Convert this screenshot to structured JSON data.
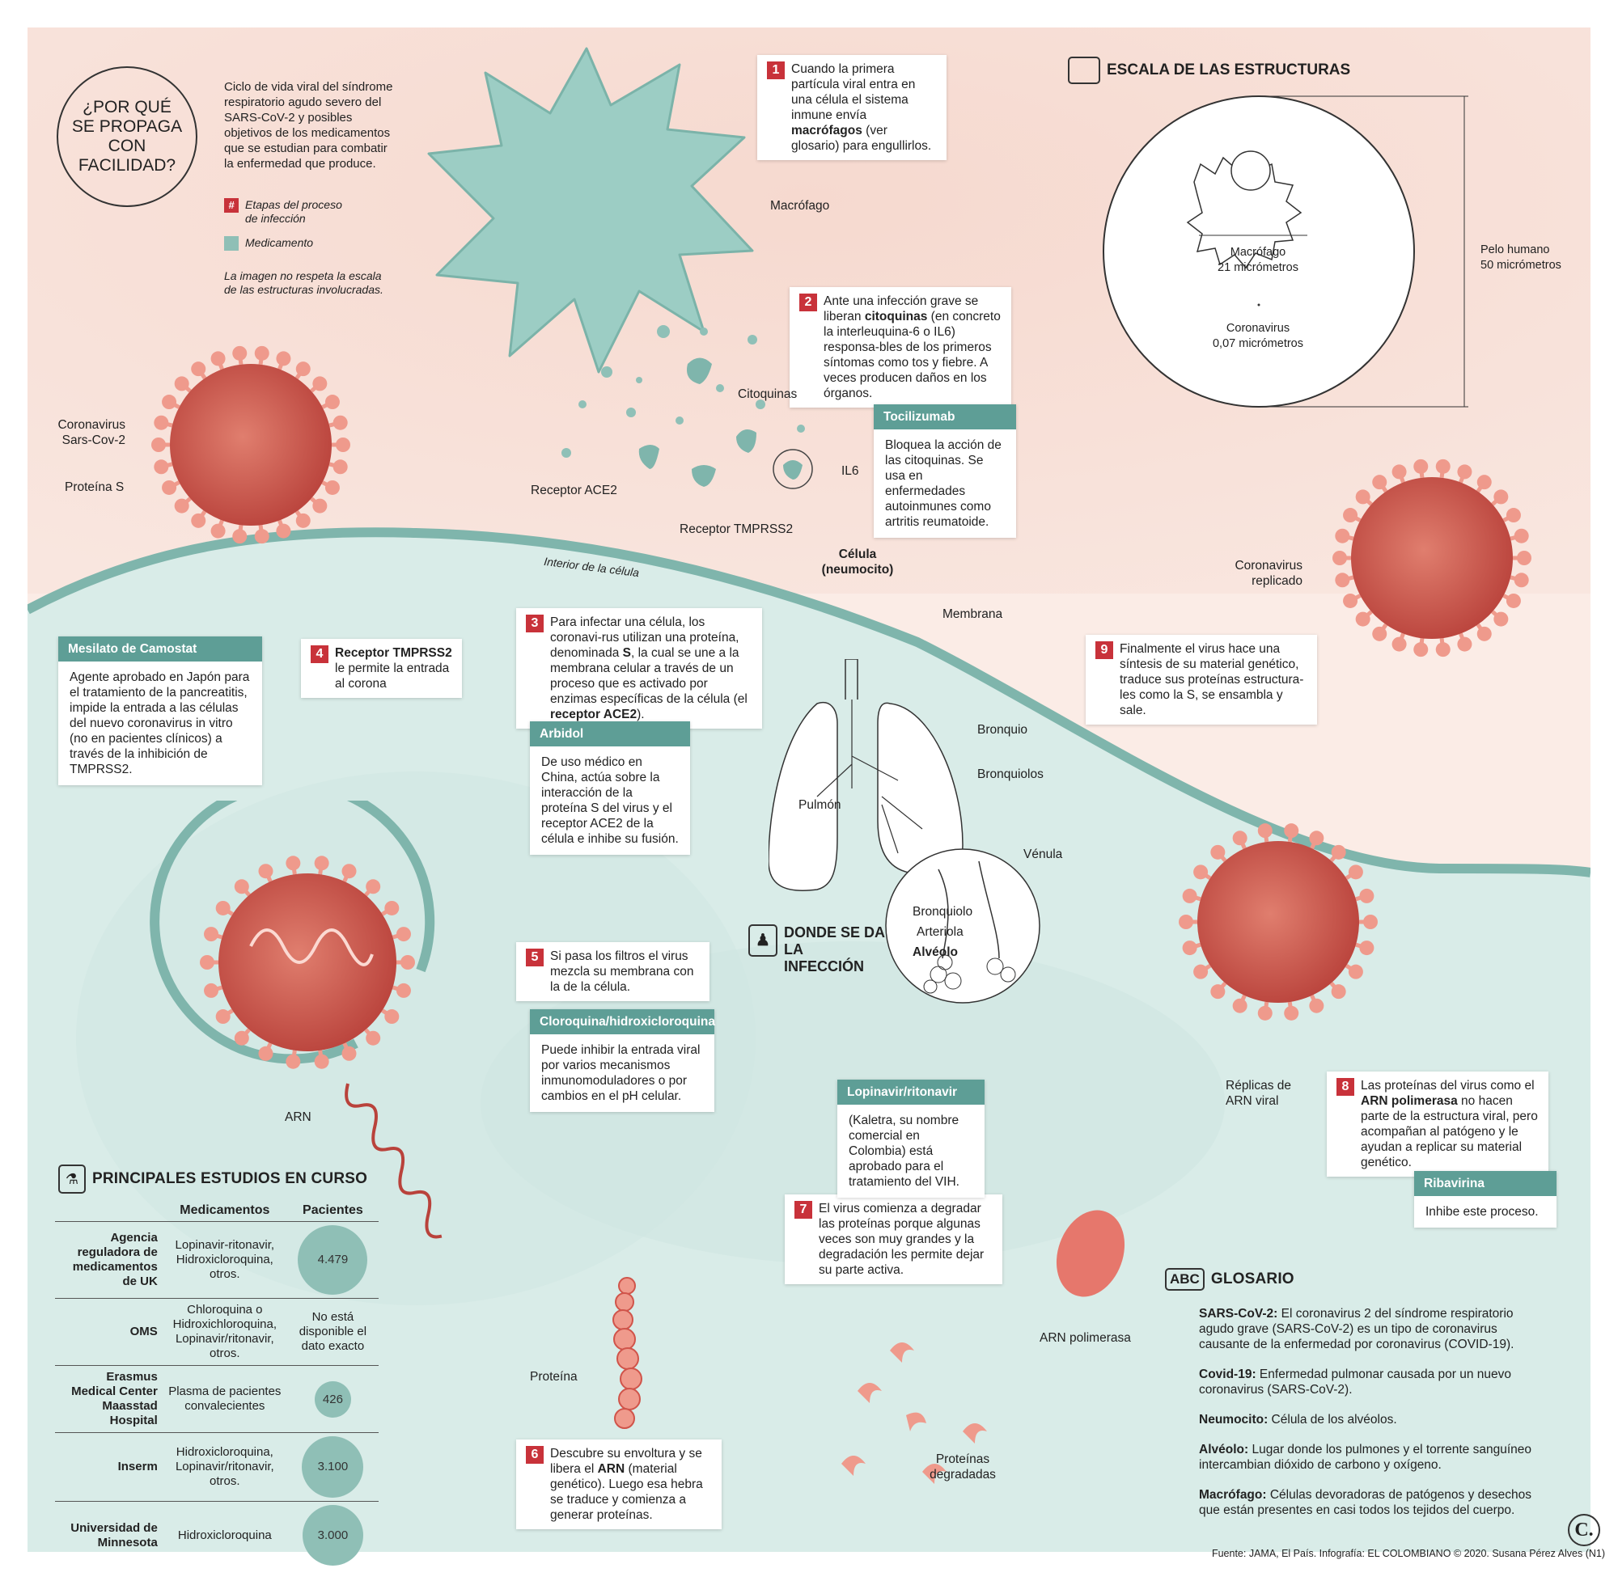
{
  "header": {
    "question": "¿POR QUÉ SE PROPAGA CON FACILIDAD?",
    "intro": "Ciclo de vida viral del síndrome respiratorio agudo severo del SARS-CoV-2 y posibles objetivos de los medicamentos que se estudian para combatir la enfermedad que produce.",
    "legend_steps_symbol": "#",
    "legend_steps": "Etapas del proceso de infección",
    "legend_drug": "Medicamento",
    "scale_note": "La imagen no respeta la escala de las estructuras involucradas."
  },
  "colors": {
    "teal": "#5e9e96",
    "red": "#c8323a",
    "virus": "#d0544a",
    "spike": "#ef9a8c",
    "pink_bg": "#f8e0d8",
    "teal_bg": "#d9ece8"
  },
  "steps": [
    {
      "n": "1",
      "html": "Cuando la  primera partícula viral entra en una célula el sistema inmune envía <b>macrófagos</b> (ver glosario) para engullirlos."
    },
    {
      "n": "2",
      "html": "Ante una infección grave se liberan <b>citoquinas</b> (en concreto la interleuquina-6 o IL6) responsa-bles de los primeros síntomas como tos y fiebre. A veces producen daños en los órganos."
    },
    {
      "n": "3",
      "html": "Para infectar una célula, los coronavi-rus utilizan una proteína, denominada <b>S</b>, la cual se une a la membrana celular a través de un proceso que es activado por enzimas específicas de la célula (el <b>receptor ACE2</b>)."
    },
    {
      "n": "4",
      "html": "<b>Receptor TMPRSS2</b> le permite la entrada al corona"
    },
    {
      "n": "5",
      "html": "Si pasa los filtros el virus mezcla su membrana con la de la célula."
    },
    {
      "n": "6",
      "html": "Descubre su envoltura y se libera el <b>ARN</b> (material genético). Luego esa hebra se traduce y comienza a generar proteínas."
    },
    {
      "n": "7",
      "html": "El virus comienza a degradar las proteínas porque algunas veces son muy grandes y la degradación les permite dejar su parte activa."
    },
    {
      "n": "8",
      "html": "Las proteínas del virus como el <b>ARN polimerasa</b> no hacen parte de la estructura viral, pero acompañan al patógeno y le ayudan a replicar su material genético."
    },
    {
      "n": "9",
      "html": "Finalmente el virus hace una síntesis de su material genético, traduce sus proteínas estructura-les como la S, se ensambla y sale."
    }
  ],
  "drugs": {
    "tocilizumab": {
      "name": "Tocilizumab",
      "desc": "Bloquea la acción de las citoquinas. Se usa en enfermedades autoinmunes como artritis reumatoide."
    },
    "camostat": {
      "name": "Mesilato de Camostat",
      "desc": "Agente aprobado en Japón para el tratamiento de la pancreatitis, impide la entrada a las células del nuevo coronavirus in vitro (no en pacientes clínicos) a través de la inhibición de TMPRSS2."
    },
    "arbidol": {
      "name": "Arbidol",
      "desc": "De uso médico en China, actúa sobre la interacción de la proteína S del virus y el receptor ACE2 de la célula e inhibe su fusión."
    },
    "cloroquina": {
      "name": "Cloroquina/hidroxicloroquina",
      "desc": "Puede inhibir la entrada viral por varios mecanismos inmunomoduladores o por cambios en el pH celular."
    },
    "lopinavir": {
      "name": "Lopinavir/ritonavir",
      "desc": "(Kaletra, su nombre comercial en Colombia) está aprobado para el tratamiento del VIH."
    },
    "ribavirina": {
      "name": "Ribavirina",
      "desc": "Inhibe este proceso."
    }
  },
  "labels": {
    "macrofago": "Macrófago",
    "citoquinas": "Citoquinas",
    "il6": "IL6",
    "coronavirus": "Coronavirus Sars-Cov-2",
    "proteina_s": "Proteína S",
    "receptor_ace2": "Receptor ACE2",
    "receptor_tmprss2": "Receptor TMPRSS2",
    "interior": "Interior de la célula",
    "celula": "Célula (neumocito)",
    "membrana": "Membrana",
    "coronavirus_replicado": "Coronavirus replicado",
    "arn": "ARN",
    "proteina": "Proteína",
    "proteinas_degradadas": "Proteínas degradadas",
    "arn_polimerasa": "ARN polimerasa",
    "replicas": "Réplicas de ARN viral"
  },
  "scale": {
    "title": "ESCALA DE LAS ESTRUCTURAS",
    "macrofago": "Macrófago",
    "macrofago_size": "21 micrómetros",
    "coronavirus": "Coronavirus",
    "coronavirus_size": "0,07 micrómetros",
    "pelo": "Pelo humano",
    "pelo_size": "50 micrómetros"
  },
  "infection_site": {
    "title": "DONDE SE DA LA INFECCIÓN",
    "pulmon": "Pulmón",
    "bronquio": "Bronquio",
    "bronquiolos": "Bronquiolos",
    "venula": "Vénula",
    "bronquiolo": "Bronquiolo",
    "arteriola": "Arteriola",
    "alveolo": "Alvéolo"
  },
  "studies": {
    "title": "PRINCIPALES ESTUDIOS EN CURSO",
    "col_drugs": "Medicamentos",
    "col_patients": "Pacientes",
    "rows": [
      {
        "org": "Agencia reguladora de medicamentos de UK",
        "drugs": "Lopinavir-ritonavir, Hidroxicloroquina, otros.",
        "patients": "4.479",
        "value": 4479
      },
      {
        "org": "OMS",
        "drugs": "Chloroquina o Hidroxichloroquina, Lopinavir/ritonavir, otros.",
        "patients": "No está disponible el dato exacto",
        "value": null
      },
      {
        "org": "Erasmus Medical Center Maasstad Hospital",
        "drugs": "Plasma de pacientes convalecientes",
        "patients": "426",
        "value": 426
      },
      {
        "org": "Inserm",
        "drugs": "Hidroxicloroquina, Lopinavir/ritonavir, otros.",
        "patients": "3.100",
        "value": 3100
      },
      {
        "org": "Universidad de Minnesota",
        "drugs": "Hidroxicloroquina",
        "patients": "3.000",
        "value": 3000
      }
    ]
  },
  "glossary": {
    "icon": "ABC",
    "title": "GLOSARIO",
    "entries": [
      {
        "term": "SARS-CoV-2:",
        "def": "El coronavirus 2 del síndrome respiratorio agudo grave (SARS-CoV-2) es un tipo de coronavirus causante de la enfermedad por coronavirus (COVID-19)."
      },
      {
        "term": "Covid-19:",
        "def": "Enfermedad pulmonar causada por un nuevo coronavirus (SARS-CoV-2)."
      },
      {
        "term": "Neumocito:",
        "def": "Célula de los alvéolos."
      },
      {
        "term": "Alvéolo:",
        "def": "Lugar donde los pulmones y el torrente sanguíneo intercambian dióxido de carbono y oxígeno."
      },
      {
        "term": "Macrófago:",
        "def": "Células devoradoras de patógenos y desechos que están presentes en casi todos los tejidos del cuerpo."
      }
    ]
  },
  "footer": {
    "credit": "Fuente: JAMA, El País. Infografía: EL COLOMBIANO © 2020. Susana Pérez Alves (N1)",
    "logo": "C."
  }
}
